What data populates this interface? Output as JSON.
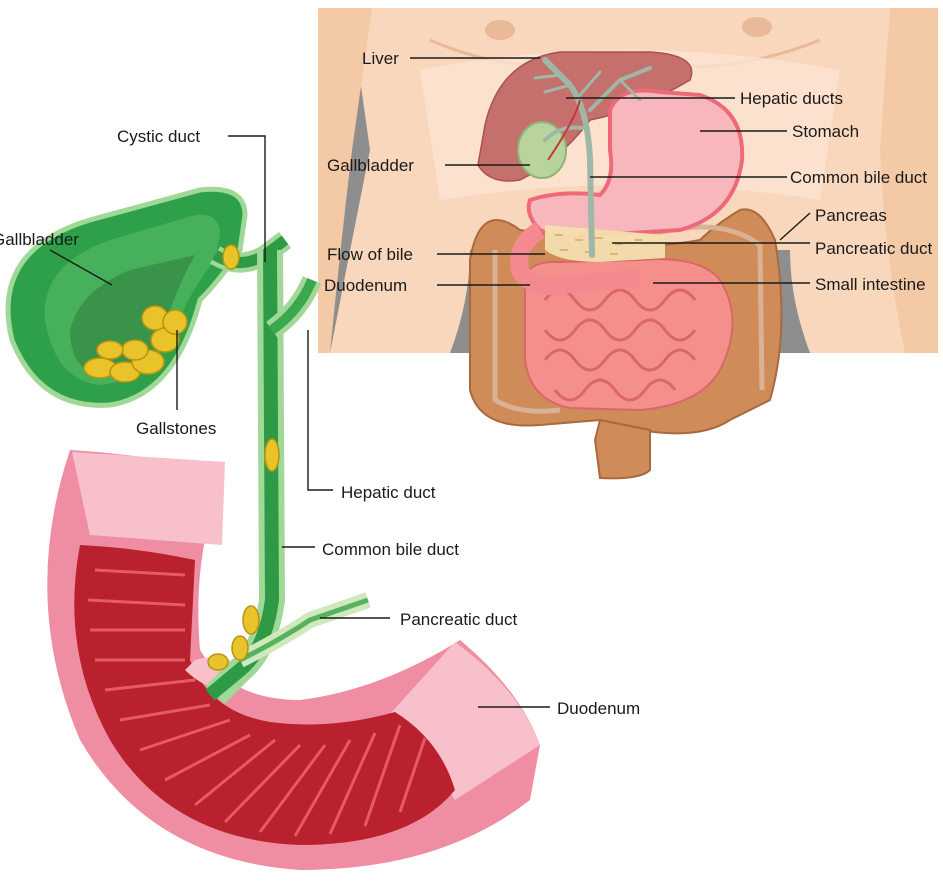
{
  "inset_labels": {
    "liver": "Liver",
    "hepatic_ducts": "Hepatic ducts",
    "stomach": "Stomach",
    "gallbladder": "Gallbladder",
    "common_bile_duct": "Common bile duct",
    "pancreas": "Pancreas",
    "flow_of_bile": "Flow of bile",
    "pancreatic_duct": "Pancreatic duct",
    "duodenum": "Duodenum",
    "small_intestine": "Small intestine"
  },
  "detail_labels": {
    "cystic_duct": "Cystic duct",
    "gallbladder": "Gallbladder",
    "gallstones": "Gallstones",
    "hepatic_duct": "Hepatic duct",
    "common_bile_duct": "Common bile duct",
    "pancreatic_duct": "Pancreatic duct",
    "duodenum": "Duodenum"
  }
}
